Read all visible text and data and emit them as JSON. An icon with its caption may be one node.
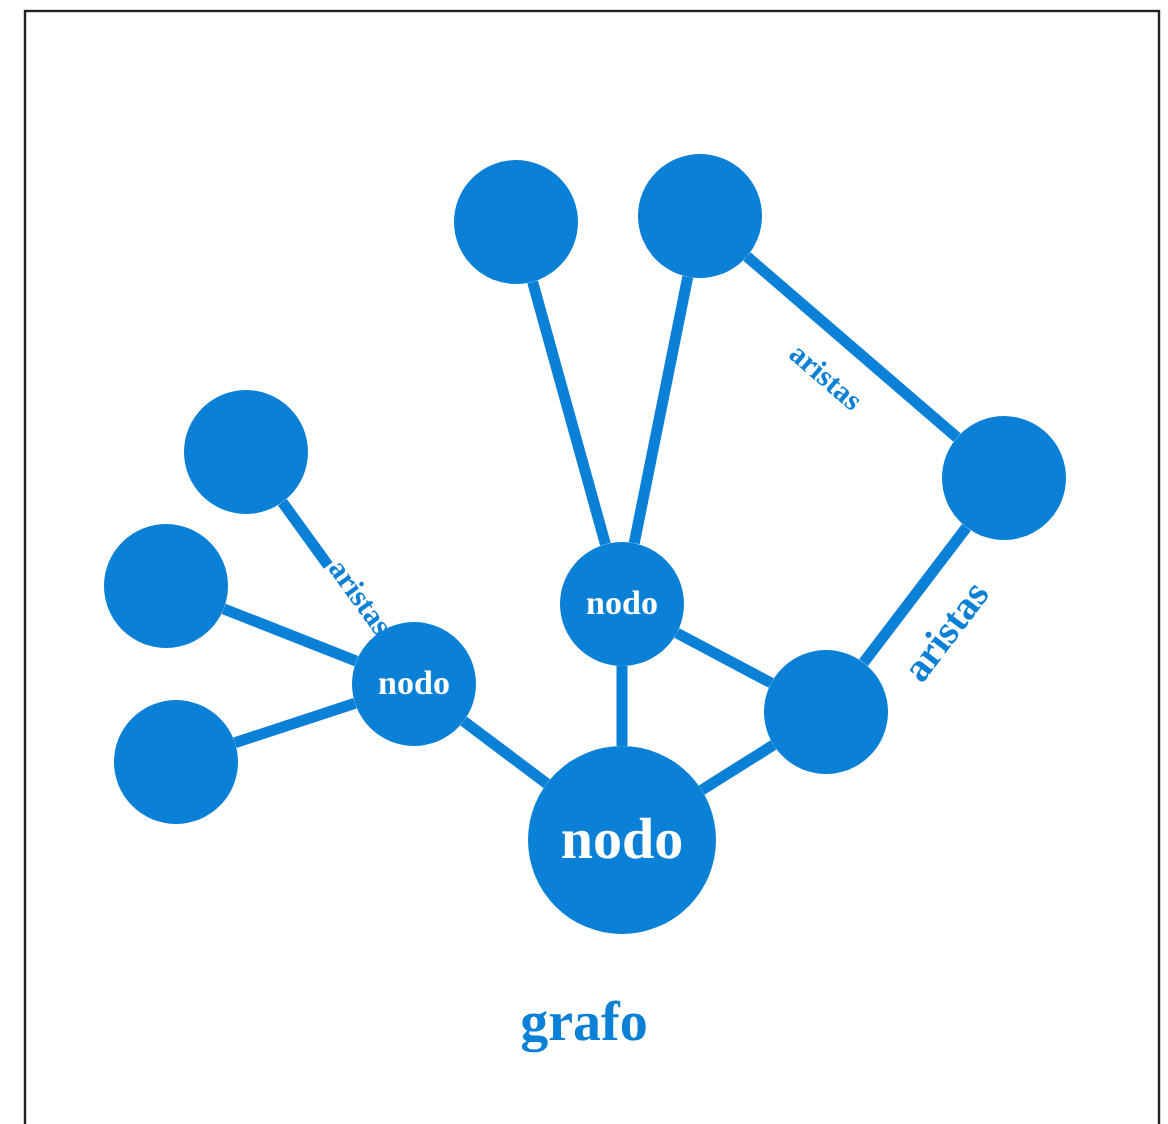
{
  "diagram": {
    "caption": "grafo",
    "nodes": [
      {
        "text": [],
        "shape": "circle"
      },
      {
        "text": [],
        "shape": "circle"
      },
      {
        "text": [],
        "shape": "circle"
      },
      {
        "text": [],
        "shape": "circle"
      },
      {
        "text": [],
        "shape": "circle"
      },
      {
        "text": [
          "nodo"
        ]
      },
      {
        "text": [
          "nodo"
        ]
      },
      {
        "text": [],
        "shape": "circle"
      },
      {
        "text": [],
        "shape": "circle"
      },
      {
        "text": [
          "nodo"
        ]
      }
    ],
    "edges": [
      {
        "from": 0,
        "to": 5,
        "arrow": "none"
      },
      {
        "from": 1,
        "to": 5,
        "arrow": "none"
      },
      {
        "from": 1,
        "to": 3,
        "arrow": "none",
        "label": "aristas"
      },
      {
        "from": 2,
        "to": 6,
        "arrow": "none",
        "label": "aristas"
      },
      {
        "from": 4,
        "to": 6,
        "arrow": "none"
      },
      {
        "from": 8,
        "to": 6,
        "arrow": "none"
      },
      {
        "from": 6,
        "to": 9,
        "arrow": "none"
      },
      {
        "from": 5,
        "to": 9,
        "arrow": "none"
      },
      {
        "from": 5,
        "to": 7,
        "arrow": "none"
      },
      {
        "from": 7,
        "to": 9,
        "arrow": "none"
      },
      {
        "from": 3,
        "to": 7,
        "arrow": "none",
        "label": "aristas"
      }
    ]
  }
}
